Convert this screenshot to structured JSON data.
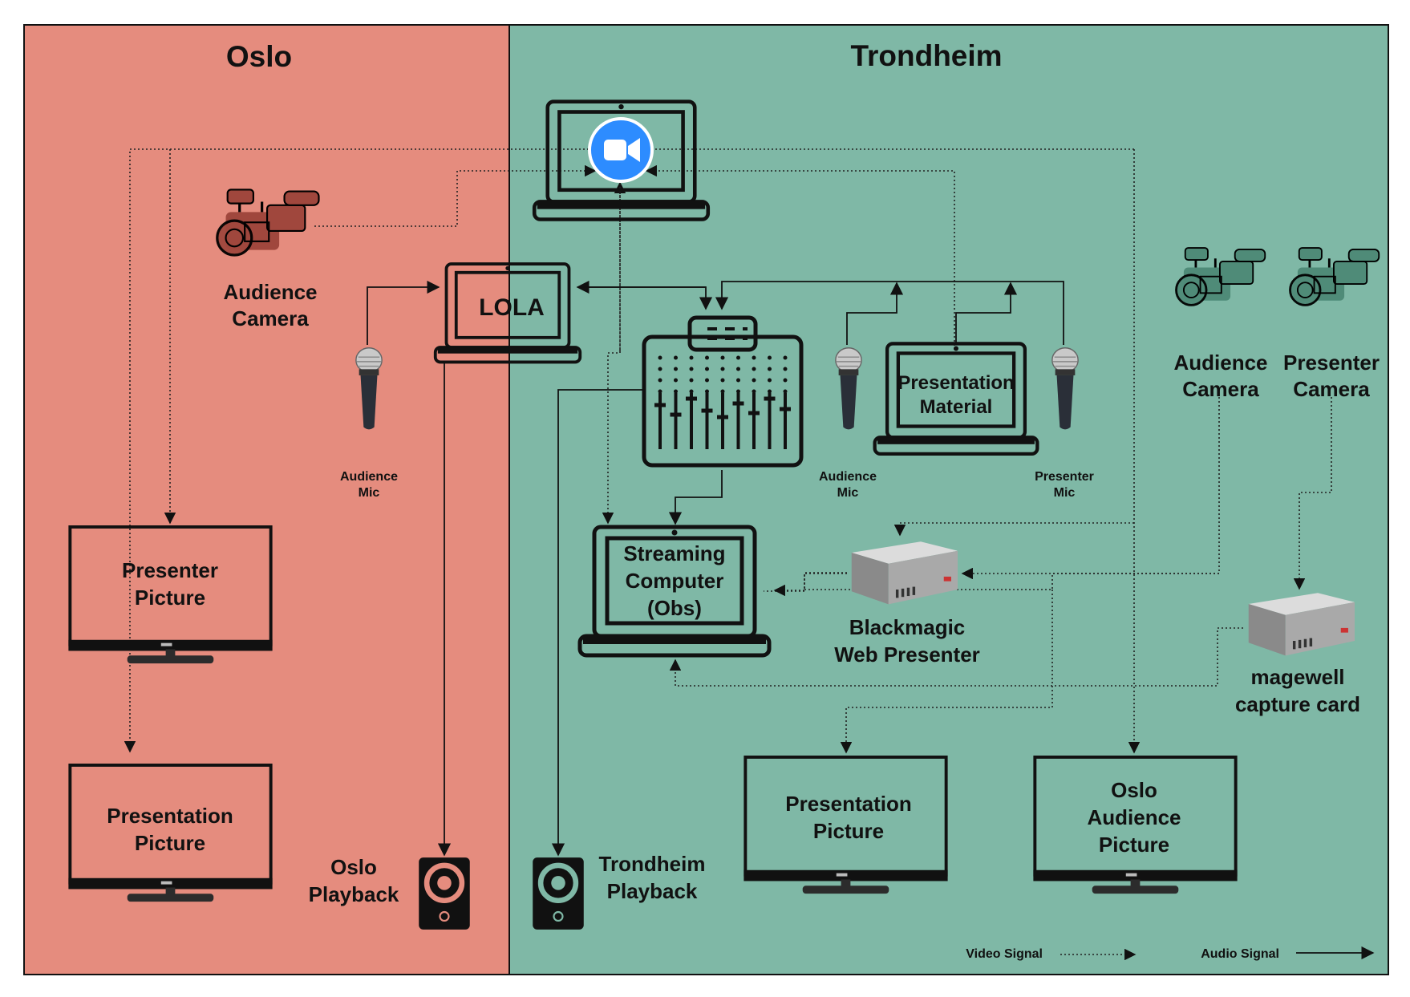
{
  "regions": {
    "oslo": {
      "title": "Oslo",
      "color": "#e58c7e"
    },
    "trondheim": {
      "title": "Trondheim",
      "color": "#7fb8a6"
    }
  },
  "devices": {
    "zoom_laptop": {
      "icon": "video-call-icon"
    },
    "lola": {
      "label": "LOLA"
    },
    "oslo_audience_camera": {
      "line1": "Audience",
      "line2": "Camera"
    },
    "oslo_audience_mic": {
      "line1": "Audience",
      "line2": "Mic"
    },
    "presentation_material": {
      "line1": "Presentation",
      "line2": "Material"
    },
    "trd_audience_mic": {
      "line1": "Audience",
      "line2": "Mic"
    },
    "trd_presenter_mic": {
      "line1": "Presenter",
      "line2": "Mic"
    },
    "trd_audience_camera": {
      "line1": "Audience",
      "line2": "Camera"
    },
    "trd_presenter_camera": {
      "line1": "Presenter",
      "line2": "Camera"
    },
    "streaming_computer": {
      "line1": "Streaming",
      "line2": "Computer",
      "line3": "(Obs)"
    },
    "blackmagic": {
      "line1": "Blackmagic",
      "line2": "Web Presenter"
    },
    "magewell": {
      "line1": "magewell",
      "line2": "capture card"
    },
    "oslo_presenter_tv": {
      "line1": "Presenter",
      "line2": "Picture"
    },
    "oslo_presentation_tv": {
      "line1": "Presentation",
      "line2": "Picture"
    },
    "trd_presentation_tv": {
      "line1": "Presentation",
      "line2": "Picture"
    },
    "oslo_audience_tv": {
      "line1": "Oslo",
      "line2": "Audience",
      "line3": "Picture"
    },
    "oslo_playback": {
      "line1": "Oslo",
      "line2": "Playback"
    },
    "trondheim_playback": {
      "line1": "Trondheim",
      "line2": "Playback"
    }
  },
  "legend": {
    "video": "Video Signal",
    "audio": "Audio Signal"
  }
}
